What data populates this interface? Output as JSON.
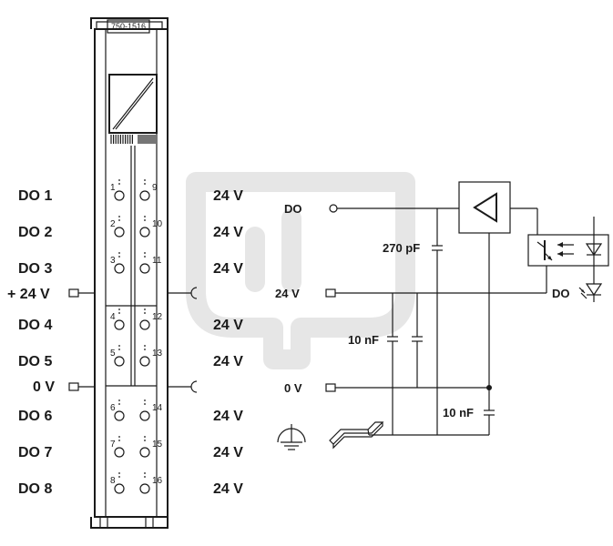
{
  "module": {
    "part_number": "750-1516"
  },
  "left_labels": {
    "do1": "DO 1",
    "do2": "DO 2",
    "do3": "DO 3",
    "plus24": "+ 24 V",
    "do4": "DO 4",
    "do5": "DO 5",
    "zero_v": "0 V",
    "do6": "DO 6",
    "do7": "DO 7",
    "do8": "DO 8"
  },
  "right_labels": {
    "r1": "24 V",
    "r2": "24 V",
    "r3": "24 V",
    "r4": "24 V",
    "r5": "24 V",
    "r6": "24 V",
    "r7": "24 V",
    "r8": "24 V"
  },
  "pins": {
    "p1": "1",
    "p2": "2",
    "p3": "3",
    "p4": "4",
    "p5": "5",
    "p6": "6",
    "p7": "7",
    "p8": "8",
    "p9": "9",
    "p10": "10",
    "p11": "11",
    "p12": "12",
    "p13": "13",
    "p14": "14",
    "p15": "15",
    "p16": "16"
  },
  "schematic": {
    "do_label": "DO",
    "v24_label": "24 V",
    "zero_v_label": "0 V",
    "cap_270pf": "270 pF",
    "cap_10nf_a": "10 nF",
    "cap_10nf_b": "10 nF",
    "do_led_label": "DO"
  }
}
